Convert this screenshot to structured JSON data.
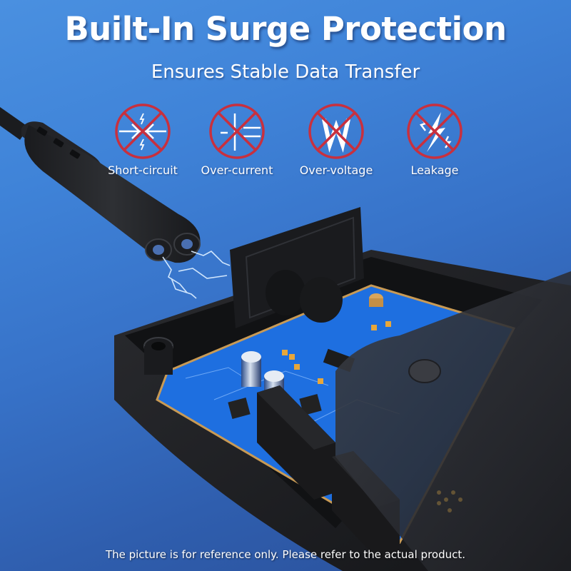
{
  "header": {
    "title": "Built-In Surge Protection",
    "subtitle": "Ensures Stable Data Transfer"
  },
  "protections": [
    {
      "label": "Short-circuit",
      "icon": "short-circuit-prohibited-icon"
    },
    {
      "label": "Over-current",
      "icon": "over-current-prohibited-icon"
    },
    {
      "label": "Over-voltage",
      "icon": "over-voltage-prohibited-icon"
    },
    {
      "label": "Leakage",
      "icon": "leakage-prohibited-icon"
    }
  ],
  "product": {
    "plug": "c7-power-plug",
    "device": "open-case-pcb-surge-protector"
  },
  "footer": {
    "disclaimer": "The picture is for reference only. Please refer to the actual product."
  },
  "colors": {
    "background_top": "#4a90e0",
    "background_bottom": "#2a4f98",
    "prohibit_red": "#c8303e",
    "pcb_blue": "#1e6fe0",
    "case_black": "#1c1d20"
  }
}
